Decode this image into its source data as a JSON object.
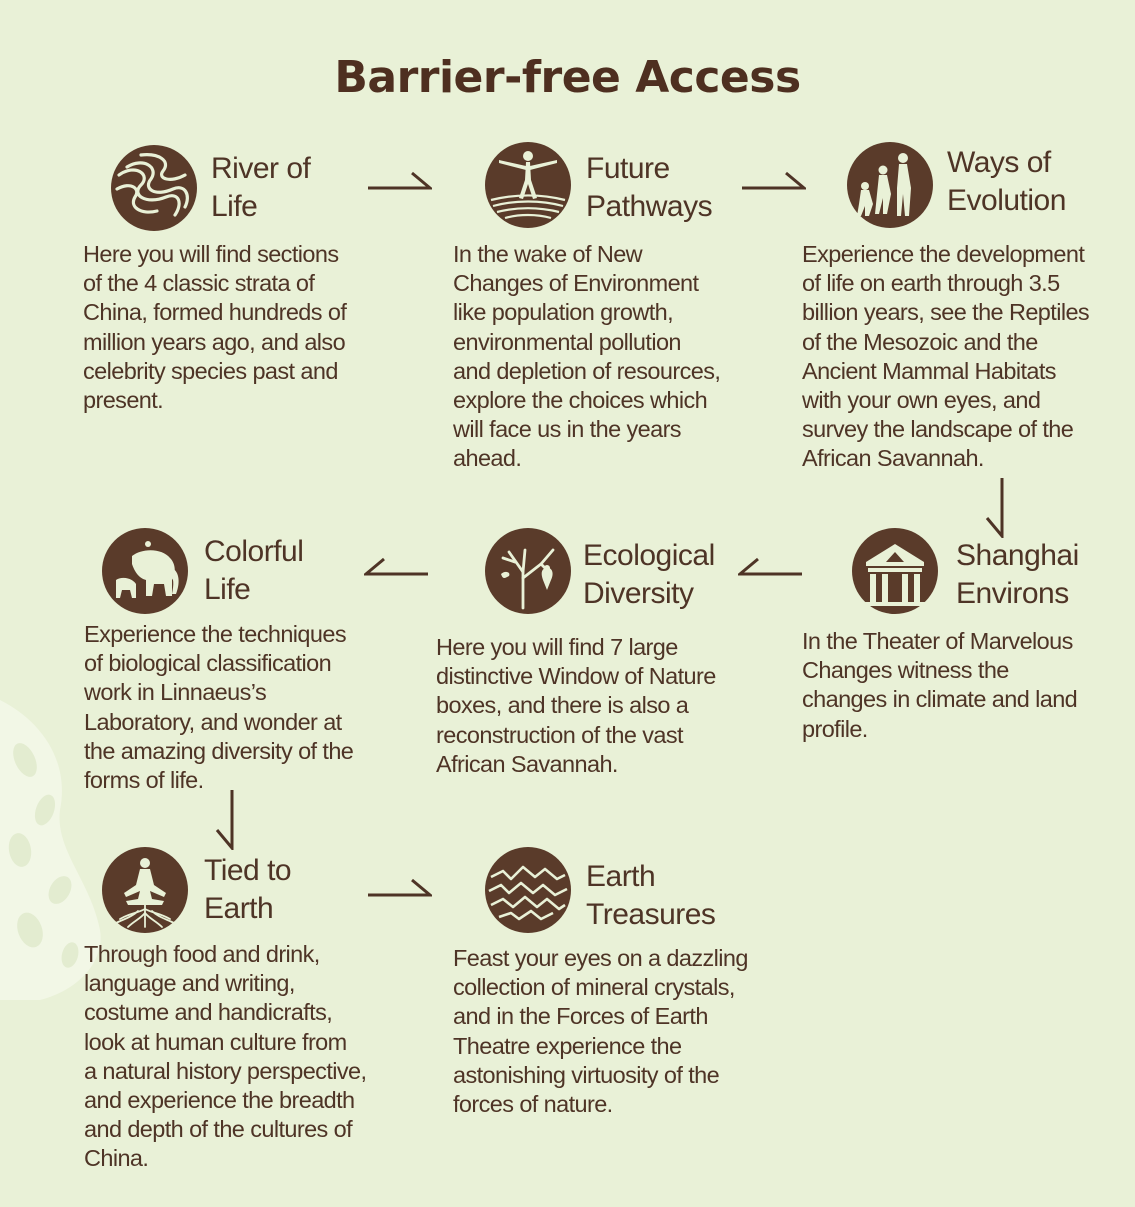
{
  "title": "Barrier-free Access",
  "colors": {
    "background": "#e9f1d7",
    "ink": "#4e3426",
    "title": "#4e2f20"
  },
  "sections": [
    {
      "id": "river",
      "icon": "river-icon",
      "title_line1": "River of",
      "title_line2": "Life",
      "description": [
        "Here you will find sections",
        "of the 4 classic strata of",
        "China, formed hundreds of",
        "million years ago, and also",
        "celebrity species past and",
        "present."
      ]
    },
    {
      "id": "future",
      "icon": "human-figure-icon",
      "title_line1": "Future",
      "title_line2": "Pathways",
      "description": [
        "In the wake of New",
        "Changes of Environment",
        "like population growth,",
        "environmental pollution",
        "and depletion of resources,",
        "explore the choices which",
        "will face us in the years",
        "ahead."
      ]
    },
    {
      "id": "evolution",
      "icon": "evolution-icon",
      "title_line1": "Ways of",
      "title_line2": "Evolution",
      "description": [
        "Experience the development",
        "of life on earth through 3.5",
        "billion years, see the Reptiles",
        "of the Mesozoic and the",
        "Ancient Mammal Habitats",
        "with your own eyes, and",
        "survey the landscape of the",
        "African Savannah."
      ]
    },
    {
      "id": "shanghai",
      "icon": "building-icon",
      "title_line1": "Shanghai",
      "title_line2": "Environs",
      "description": [
        "In the Theater of Marvelous",
        "Changes witness the",
        "changes in climate and land",
        "profile."
      ]
    },
    {
      "id": "ecological",
      "icon": "bird-on-tree-icon",
      "title_line1": "Ecological",
      "title_line2": "Diversity",
      "description": [
        "Here you will find 7 large",
        "distinctive Window of Nature",
        "boxes, and there is also a",
        "reconstruction of the vast",
        "African Savannah."
      ]
    },
    {
      "id": "colorful",
      "icon": "elephant-icon",
      "title_line1": "Colorful",
      "title_line2": "Life",
      "description": [
        "Experience the techniques",
        "of biological classification",
        "work in Linnaeus’s",
        "Laboratory, and wonder at",
        "the amazing diversity of the",
        "forms of life."
      ]
    },
    {
      "id": "tied",
      "icon": "meditation-roots-icon",
      "title_line1": "Tied to",
      "title_line2": "Earth",
      "description": [
        "Through food and drink,",
        "language and writing,",
        "costume and handicrafts,",
        "look at human culture from",
        "a natural history perspective,",
        "and experience the breadth",
        "and depth of the cultures of",
        "China."
      ]
    },
    {
      "id": "earth",
      "icon": "earth-layers-icon",
      "title_line1": "Earth",
      "title_line2": "Treasures",
      "description": [
        "Feast your eyes on a dazzling",
        "collection of mineral crystals,",
        "and in the Forces of Earth",
        "Theatre experience the",
        "astonishing virtuosity of the",
        "forces of nature."
      ]
    }
  ]
}
